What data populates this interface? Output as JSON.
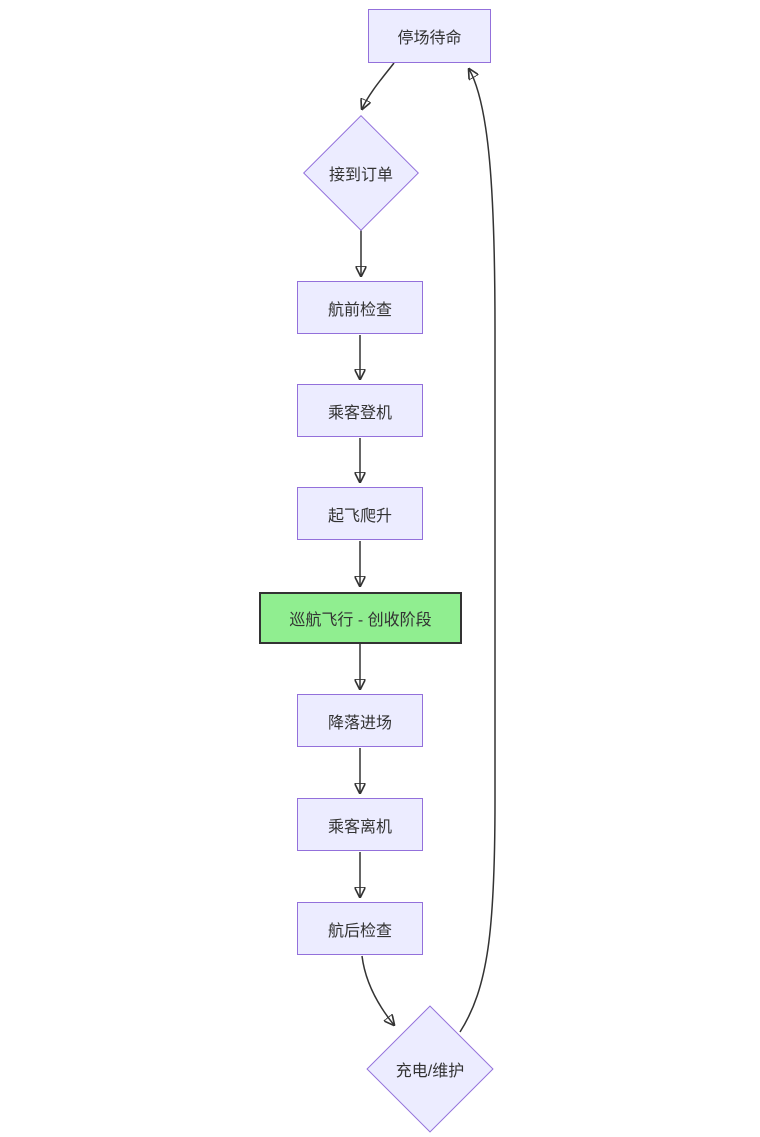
{
  "diagram": {
    "type": "flowchart",
    "direction": "top-down",
    "background_color": "#ffffff",
    "nodes": [
      {
        "id": "standby",
        "label": "停场待命",
        "shape": "rectangle",
        "highlighted": false
      },
      {
        "id": "order",
        "label": "接到订单",
        "shape": "diamond",
        "highlighted": false
      },
      {
        "id": "preflight",
        "label": "航前检查",
        "shape": "rectangle",
        "highlighted": false
      },
      {
        "id": "boarding",
        "label": "乘客登机",
        "shape": "rectangle",
        "highlighted": false
      },
      {
        "id": "takeoff",
        "label": "起飞爬升",
        "shape": "rectangle",
        "highlighted": false
      },
      {
        "id": "cruise",
        "label": "巡航飞行 - 创收阶段",
        "shape": "rectangle",
        "highlighted": true
      },
      {
        "id": "landing",
        "label": "降落进场",
        "shape": "rectangle",
        "highlighted": false
      },
      {
        "id": "deboard",
        "label": "乘客离机",
        "shape": "rectangle",
        "highlighted": false
      },
      {
        "id": "postflight",
        "label": "航后检查",
        "shape": "rectangle",
        "highlighted": false
      },
      {
        "id": "charge",
        "label": "充电/维护",
        "shape": "diamond",
        "highlighted": false
      }
    ],
    "edges": [
      {
        "from": "standby",
        "to": "order"
      },
      {
        "from": "order",
        "to": "preflight"
      },
      {
        "from": "preflight",
        "to": "boarding"
      },
      {
        "from": "boarding",
        "to": "takeoff"
      },
      {
        "from": "takeoff",
        "to": "cruise"
      },
      {
        "from": "cruise",
        "to": "landing"
      },
      {
        "from": "landing",
        "to": "deboard"
      },
      {
        "from": "deboard",
        "to": "postflight"
      },
      {
        "from": "postflight",
        "to": "charge"
      },
      {
        "from": "charge",
        "to": "standby"
      }
    ],
    "colors": {
      "node_fill": "#ECECFF",
      "node_border": "#9370DB",
      "highlight_fill": "#90EE90",
      "highlight_border": "#333333",
      "edge_line": "#333333",
      "text": "#333333"
    }
  }
}
